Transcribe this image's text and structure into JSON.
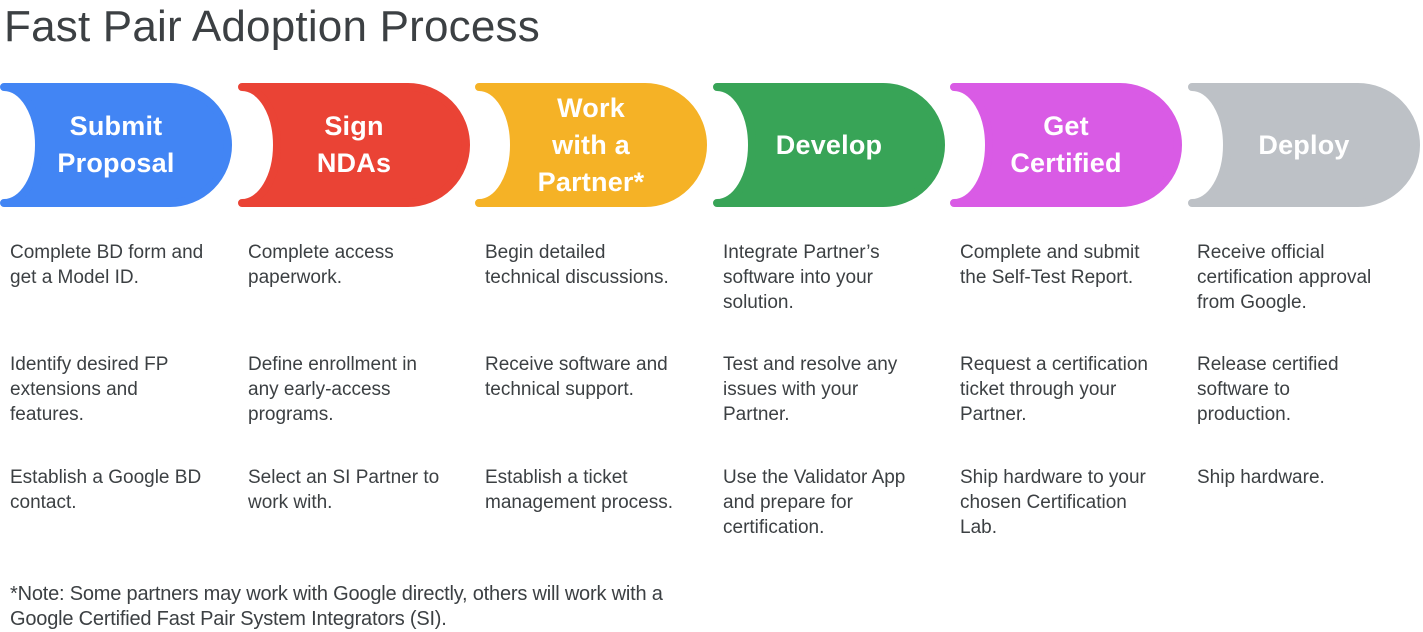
{
  "title": "Fast Pair Adoption Process",
  "note": "*Note: Some partners may work with Google directly, others will work with a\nGoogle Certified Fast Pair System Integrators (SI).",
  "text_color": "#3C4043",
  "steps": [
    {
      "label": "Submit\nProposal",
      "color": "#4285F4",
      "items": [
        "Complete BD form and\nget a Model ID.",
        "Identify desired FP\nextensions and\nfeatures.",
        "Establish a Google BD\ncontact."
      ]
    },
    {
      "label": "Sign\nNDAs",
      "color": "#EA4335",
      "items": [
        "Complete access\npaperwork.",
        "Define enrollment in\nany early-access\nprograms.",
        "Select an SI Partner to\nwork with."
      ]
    },
    {
      "label": "Work\nwith a\nPartner*",
      "color": "#F5B226",
      "items": [
        "Begin detailed\ntechnical discussions.",
        "Receive software and\ntechnical support.",
        "Establish a ticket\nmanagement process."
      ]
    },
    {
      "label": "Develop",
      "color": "#38A457",
      "items": [
        "Integrate Partner’s\nsoftware into your\nsolution.",
        "Test and resolve any\nissues with your\nPartner.",
        "Use the Validator App\nand prepare for\ncertification."
      ]
    },
    {
      "label": "Get\nCertified",
      "color": "#D95BE5",
      "items": [
        "Complete and submit\nthe Self-Test Report.",
        "Request a certification\nticket through your\nPartner.",
        "Ship hardware to your\nchosen Certification\nLab."
      ]
    },
    {
      "label": "Deploy",
      "color": "#BDC1C6",
      "items": [
        "Receive official\ncertification approval\nfrom Google.",
        "Release certified\nsoftware to\nproduction.",
        "Ship hardware."
      ]
    }
  ]
}
